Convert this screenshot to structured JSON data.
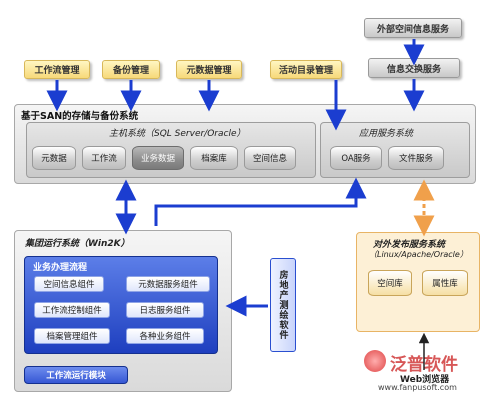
{
  "top_modules": [
    "工作流管理",
    "备份管理",
    "元数据管理",
    "活动目录管理"
  ],
  "external": {
    "spatial_service": "外部空间信息服务",
    "exchange_service": "信息交换服务"
  },
  "san": {
    "title": "基于SAN的存储与备份系统",
    "host_system": "主机系统（SQL Server/Oracle）",
    "host_dbs": [
      "元数据",
      "工作流",
      "业务数据",
      "档案库",
      "空间信息"
    ],
    "app_service_system": "应用服务系统",
    "app_services": [
      "OA服务",
      "文件服务"
    ]
  },
  "cluster": {
    "title": "集团运行系统（Win2K）",
    "biz_flow": "业务办理流程",
    "components": [
      "空间信息组件",
      "元数据服务组件",
      "工作流控制组件",
      "日志服务组件",
      "档案管理组件",
      "各种业务组件"
    ],
    "workflow_module": "工作流运行模块",
    "realestate_software": "房地产测绘软件"
  },
  "publish": {
    "title": "对外发布服务系统",
    "subtitle": "（Linux/Apache/Oracle）",
    "libs": [
      "空间库",
      "属性库"
    ],
    "web_browse": "Web浏览器"
  },
  "watermark": {
    "brand": "泛普软件",
    "url": "www.fanpusoft.com"
  },
  "colors": {
    "arrow_blue": "#1b3dd0",
    "arrow_orange": "#f0a04b",
    "panel_blue": "#2a4fd0",
    "button_yellow": "#f7d97a"
  }
}
